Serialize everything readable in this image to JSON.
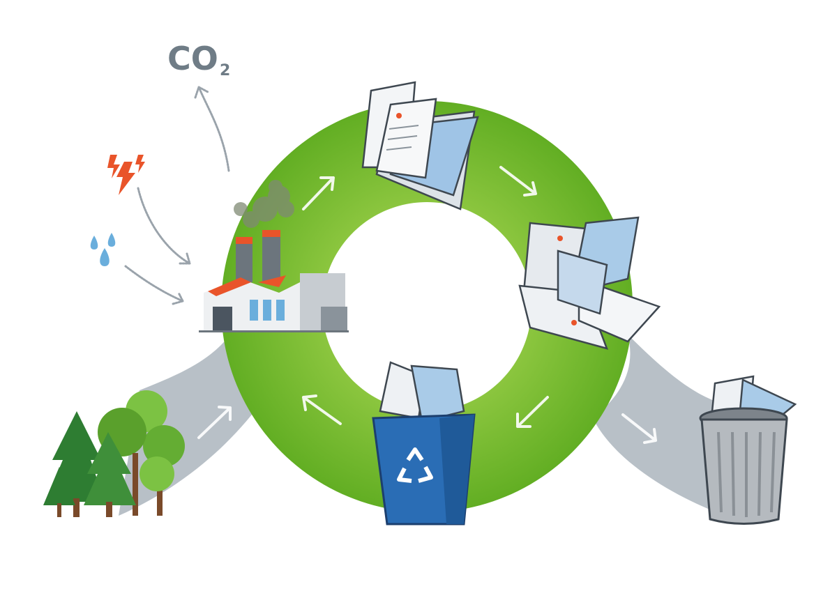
{
  "diagram": {
    "title_label": "CO",
    "title_subscript": "2",
    "colors": {
      "ring": "#72b62b",
      "band": "#b8c0c7",
      "recycle_bin": "#2a6db5",
      "trash_can": "#a9aeb3",
      "factory_roof": "#e9542a"
    },
    "stages": [
      "paper",
      "crumpled-paper",
      "recycle-bin",
      "factory",
      "trees",
      "trash-can"
    ]
  }
}
